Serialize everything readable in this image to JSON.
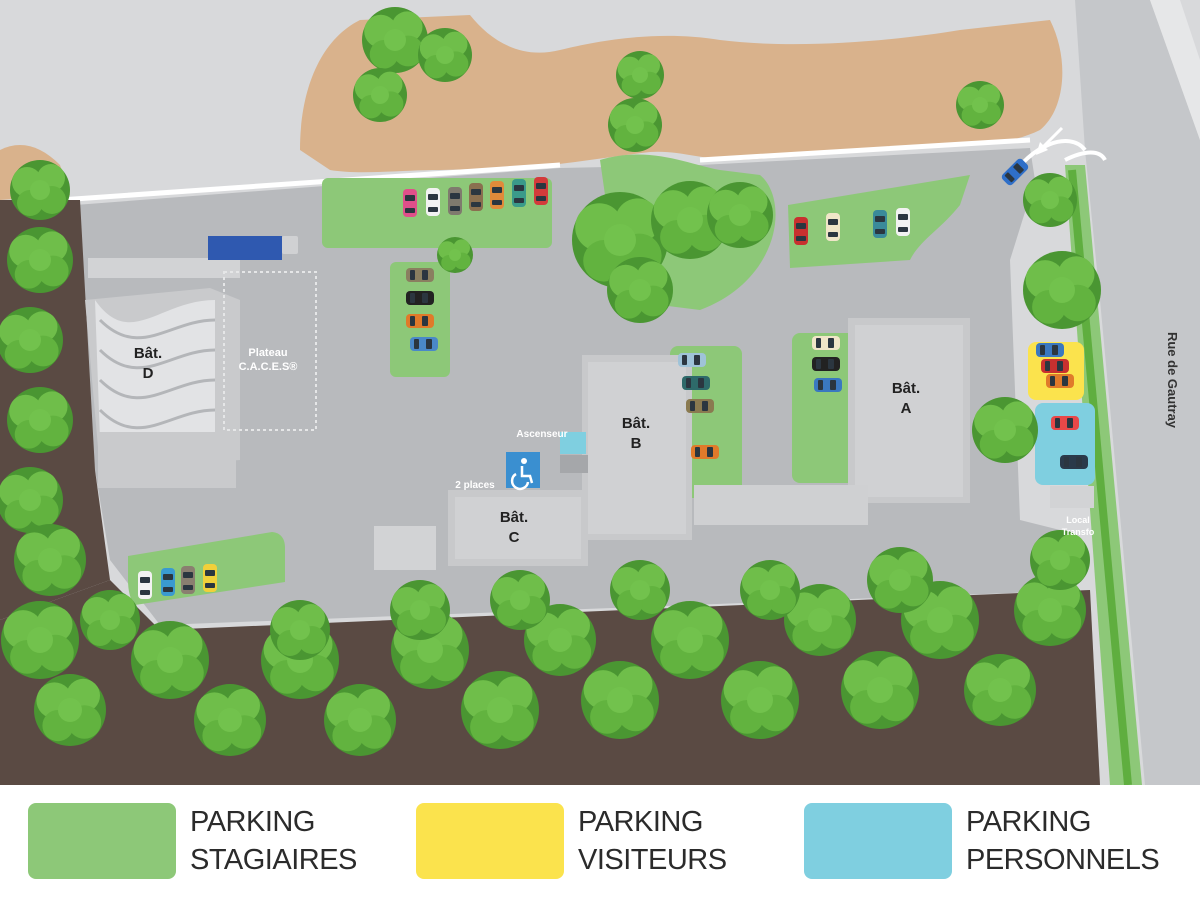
{
  "map": {
    "street_name": "Rue de Gautray",
    "buildings": [
      {
        "id": "A",
        "label": "Bât.",
        "letter": "A"
      },
      {
        "id": "B",
        "label": "Bât.",
        "letter": "B"
      },
      {
        "id": "C",
        "label": "Bât.",
        "letter": "C"
      },
      {
        "id": "D",
        "label": "Bât.",
        "letter": "D"
      }
    ],
    "plateau": {
      "line1": "Plateau",
      "line2": "C.A.C.E.S®"
    },
    "ascenseur_label": "Ascenseur",
    "disabled_parking_label": "2 places",
    "local_transfo": {
      "line1": "Local",
      "line2": "Transfo"
    },
    "icons": [
      "wheelchair-icon",
      "entry-arrow-icon",
      "tree-icon",
      "car-icon",
      "truck-icon"
    ]
  },
  "legend": [
    {
      "key": "stagiaires",
      "line1": "PARKING",
      "line2": "STAGIAIRES",
      "color": "#8dc878"
    },
    {
      "key": "visiteurs",
      "line1": "PARKING",
      "line2": "VISITEURS",
      "color": "#fbe34d"
    },
    {
      "key": "personnels",
      "line1": "PARKING",
      "line2": "PERSONNELS",
      "color": "#7fcfe0"
    }
  ],
  "colors": {
    "asphalt": "#b8babd",
    "ground": "#d8d9db",
    "sand": "#d9b28c",
    "building": "#c8c9cb",
    "soil": "#5a4a43",
    "tree": "#5fae3f"
  }
}
